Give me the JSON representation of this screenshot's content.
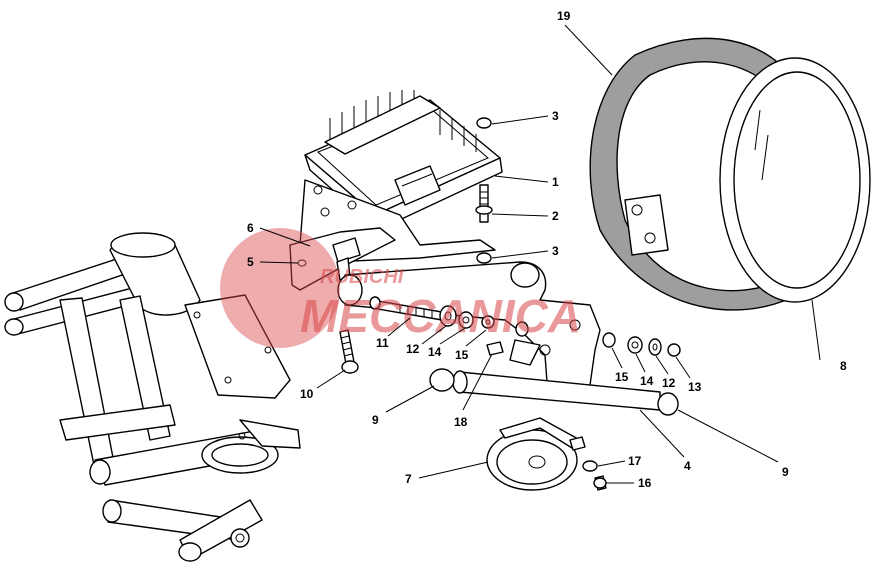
{
  "watermark": {
    "line1": "RUBICHI",
    "line2": "MECCANICA",
    "color": "#d9474a"
  },
  "part_labels": [
    {
      "id": "1",
      "text": "1"
    },
    {
      "id": "2",
      "text": "2"
    },
    {
      "id": "3a",
      "text": "3"
    },
    {
      "id": "3b",
      "text": "3"
    },
    {
      "id": "4",
      "text": "4"
    },
    {
      "id": "5",
      "text": "5"
    },
    {
      "id": "6",
      "text": "6"
    },
    {
      "id": "7",
      "text": "7"
    },
    {
      "id": "8",
      "text": "8"
    },
    {
      "id": "9a",
      "text": "9"
    },
    {
      "id": "9b",
      "text": "9"
    },
    {
      "id": "10",
      "text": "10"
    },
    {
      "id": "11",
      "text": "11"
    },
    {
      "id": "12a",
      "text": "12"
    },
    {
      "id": "12b",
      "text": "12"
    },
    {
      "id": "13",
      "text": "13"
    },
    {
      "id": "14a",
      "text": "14"
    },
    {
      "id": "14b",
      "text": "14"
    },
    {
      "id": "15a",
      "text": "15"
    },
    {
      "id": "15b",
      "text": "15"
    },
    {
      "id": "16",
      "text": "16"
    },
    {
      "id": "17",
      "text": "17"
    },
    {
      "id": "18",
      "text": "18"
    },
    {
      "id": "19",
      "text": "19"
    }
  ]
}
